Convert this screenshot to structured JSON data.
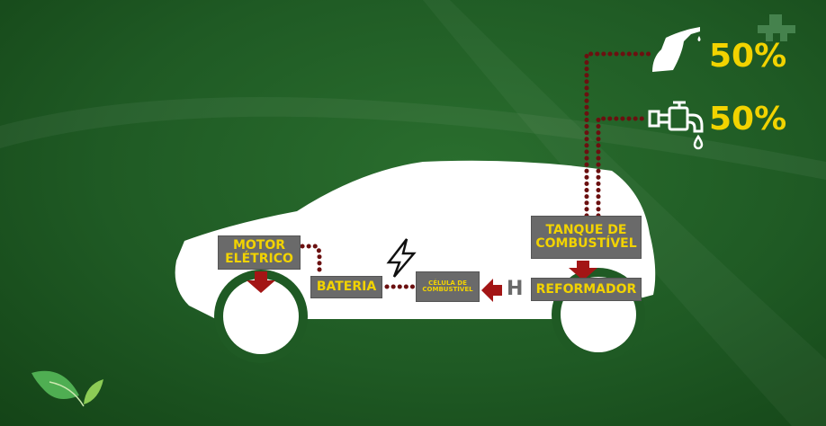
{
  "labels": {
    "motor": "MOTOR ELÉTRICO",
    "bateria": "BATERIA",
    "celula": "CÉLULA DE COMBUSTÍVEL",
    "tanque": "TANQUE DE COMBUSTÍVEL",
    "reformador": "REFORMADOR",
    "hydrogen": "H"
  },
  "sources": [
    {
      "icon": "fuel-pump-icon",
      "percent": "50%"
    },
    {
      "icon": "water-tap-icon",
      "percent": "50%"
    }
  ],
  "colors": {
    "yellow": "#f2d300",
    "box": "#6a6a6a",
    "red": "#a31515",
    "dots": "#6b1010",
    "green": "#1f5a24"
  }
}
